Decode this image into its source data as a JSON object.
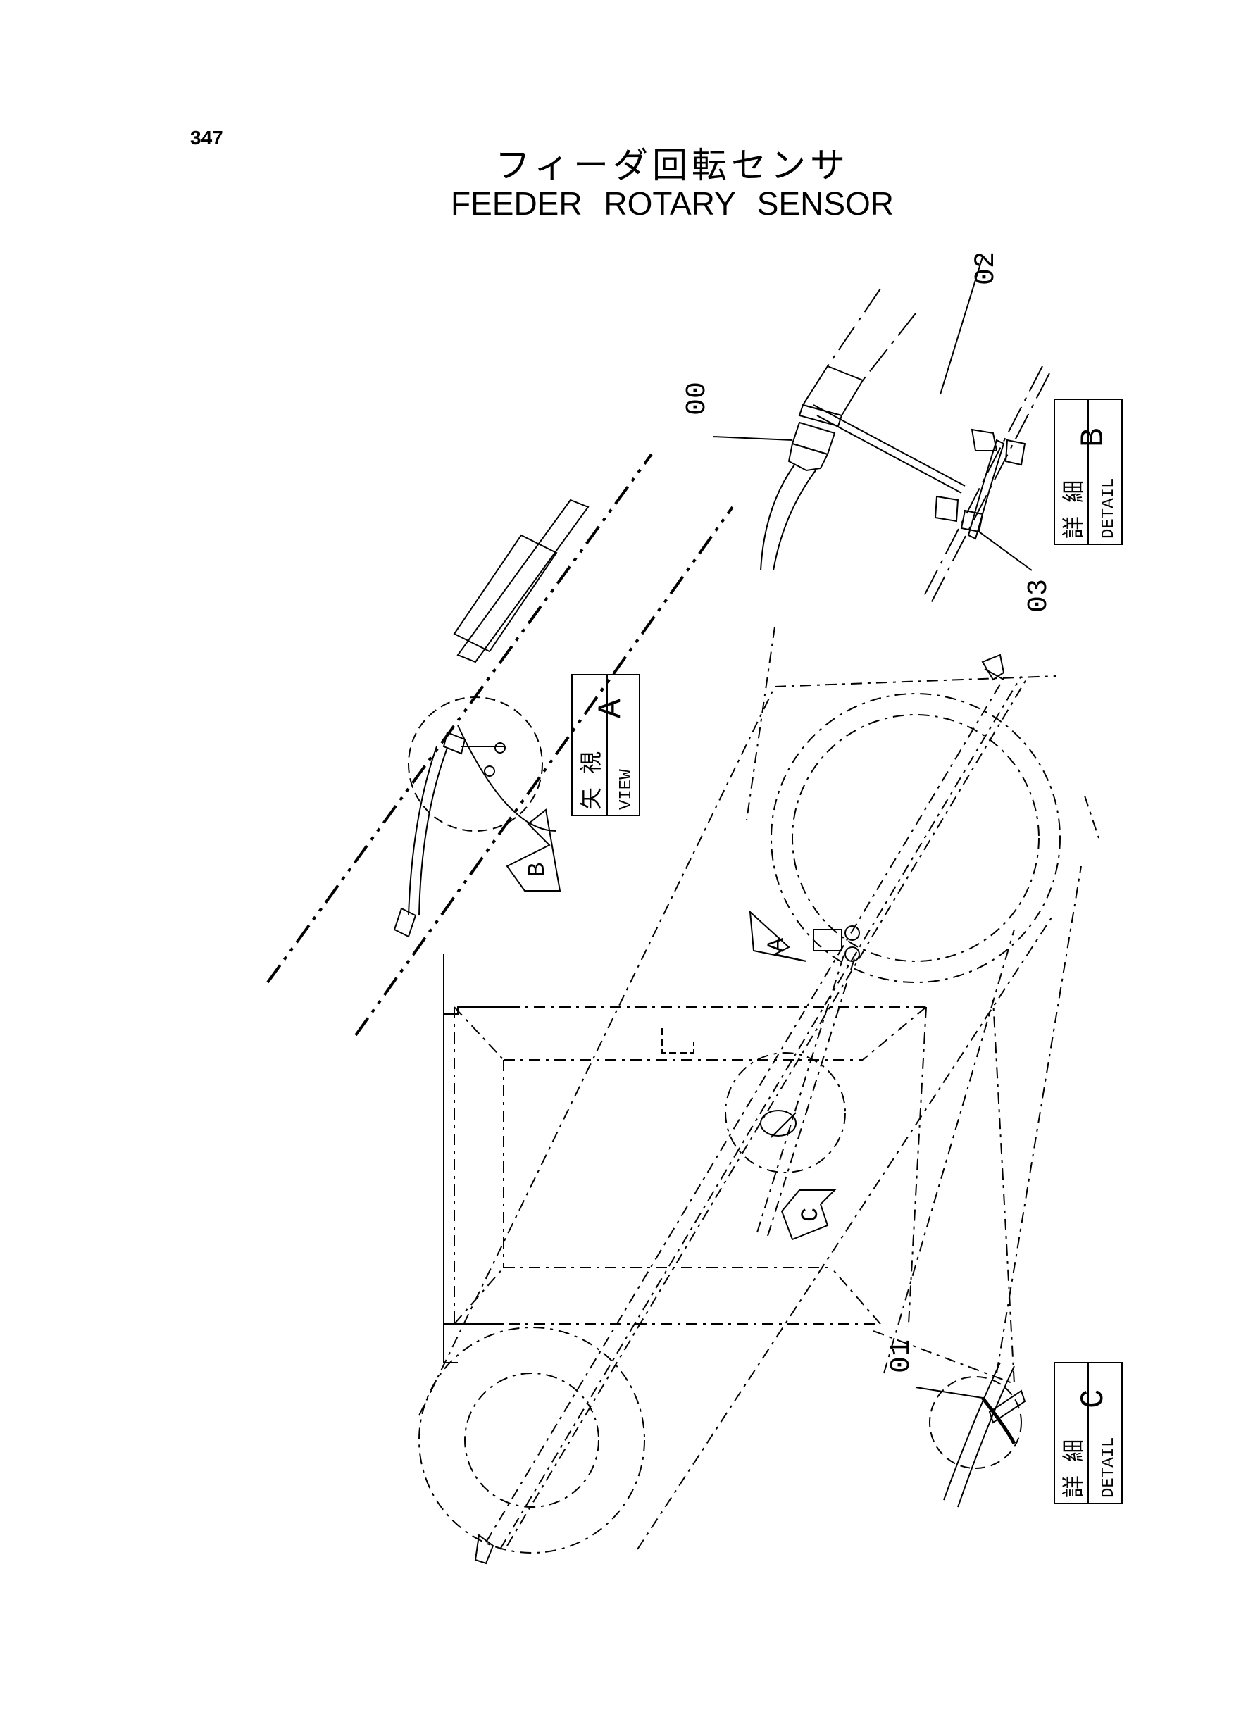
{
  "page": {
    "number": "347",
    "title_jp": "フィーダ回転センサ",
    "title_en": "FEEDER ROTARY SENSOR"
  },
  "callouts": {
    "sensor": "00",
    "part_01": "01",
    "bracket": "02",
    "bolt": "03"
  },
  "view_boxes": {
    "view_a": {
      "jp": "矢 視",
      "en": "VIEW",
      "letter": "A"
    },
    "detail_b": {
      "jp": "詳 細",
      "en": "DETAIL",
      "letter": "B"
    },
    "detail_c": {
      "jp": "詳 細",
      "en": "DETAIL",
      "letter": "C"
    }
  },
  "arrows": {
    "a": "A",
    "b": "B",
    "c": "C"
  }
}
